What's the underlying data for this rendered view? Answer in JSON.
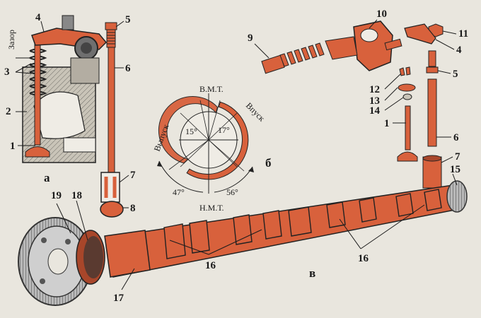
{
  "labels": {
    "zazor": "Зазор",
    "n1": "1",
    "n2": "2",
    "n3": "3",
    "n4": "4",
    "n5": "5",
    "n6": "6",
    "n7": "7",
    "n8": "8",
    "n9": "9",
    "n10": "10",
    "n11": "11",
    "n4b": "4",
    "n5b": "5",
    "n12": "12",
    "n13": "13",
    "n14": "14",
    "n1b": "1",
    "n6b": "6",
    "n7b": "7",
    "n15": "15",
    "n16a": "16",
    "n16b": "16",
    "n17": "17",
    "n18": "18",
    "n19": "19",
    "a": "а",
    "b": "б",
    "v": "в"
  },
  "timing": {
    "vmt": "В.М.Т.",
    "nmt": "Н.М.Т.",
    "inlet": "Впуск",
    "exhaust": "Выпуск",
    "a15": "15°",
    "a17": "17°",
    "a47": "47°",
    "a56": "56°"
  },
  "colors": {
    "part": "#d8613c",
    "part_dark": "#a8462a",
    "line": "#1c1c1c",
    "paper": "#e9e6de",
    "metal": "#9b9b9b"
  }
}
